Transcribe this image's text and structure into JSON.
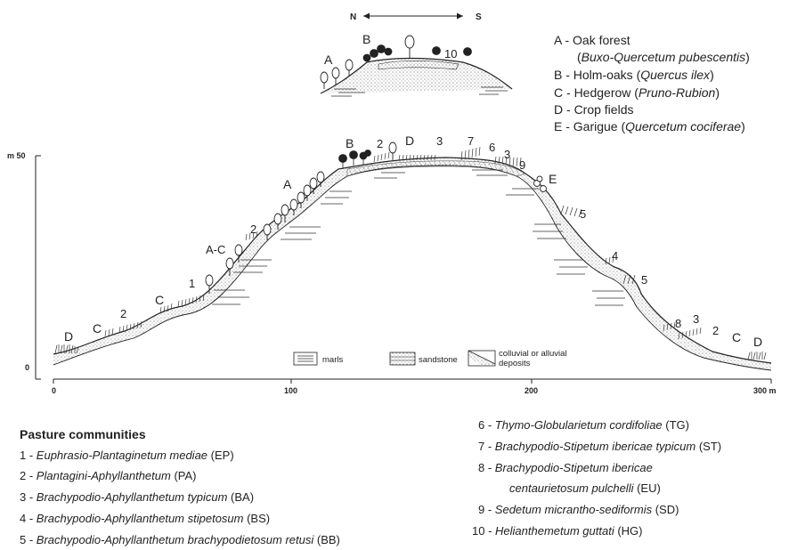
{
  "compass": {
    "north": "N",
    "south": "S"
  },
  "key": [
    {
      "code": "A -",
      "name": "Oak forest",
      "latin": ""
    },
    {
      "code": "",
      "name": "(",
      "latin": "Buxo-Quercetum pubescentis",
      "after": ")"
    },
    {
      "code": "B -",
      "name": "Holm-oaks (",
      "latin": "Quercus ilex",
      "after": ")"
    },
    {
      "code": "C -",
      "name": "Hedgerow (",
      "latin": "Pruno-Rubion",
      "after": ")"
    },
    {
      "code": "D -",
      "name": "Crop fields",
      "latin": ""
    },
    {
      "code": "E -",
      "name": "Garigue (",
      "latin": "Quercetum cociferae",
      "after": ")"
    }
  ],
  "axis": {
    "y_unit_label": "m 50",
    "y_zero_label": "0",
    "x_ticks": [
      "0",
      "100",
      "200",
      "300 m"
    ]
  },
  "substrate_legend": {
    "marls": "marls",
    "sandstone": "sandstone",
    "deposits_line1": "colluvial or alluvial",
    "deposits_line2": "deposits"
  },
  "profile_labels": {
    "D_left": "D",
    "C1": "C",
    "2a": "2",
    "C2": "C",
    "1": "1",
    "AC": "A-C",
    "2b": "2",
    "A": "A",
    "B": "B",
    "2c": "2",
    "D_top": "D",
    "3a": "3",
    "7": "7",
    "6": "6",
    "3b": "3",
    "9": "9",
    "E": "E",
    "5a": "5",
    "4": "4",
    "5b": "5",
    "8": "8",
    "3c": "3",
    "2d": "2",
    "C3": "C",
    "D_right": "D"
  },
  "inset_labels": {
    "A": "A",
    "B": "B",
    "10": "10"
  },
  "pasture": {
    "title": "Pasture communities",
    "items": [
      {
        "num": "1 -",
        "latin": "Euphrasio-Plantaginetum mediae",
        "suffix": " (EP)"
      },
      {
        "num": "2 -",
        "latin": "Plantagini-Aphyllanthetum",
        "suffix": " (PA)"
      },
      {
        "num": "3 -",
        "latin": "Brachypodio-Aphyllanthetum typicum",
        "suffix": " (BA)"
      },
      {
        "num": "4 -",
        "latin": "Brachypodio-Aphyllanthetum stipetosum",
        "suffix": "  (BS)"
      },
      {
        "num": "5 -",
        "latin": "Brachypodio-Aphyllanthetum brachypodietosum retusi",
        "suffix": "  (BB)"
      },
      {
        "num": "6 -",
        "latin": "Thymo-Globularietum cordifoliae",
        "suffix": " (TG)"
      },
      {
        "num": "7 -",
        "latin": "Brachypodio-Stipetum ibericae  typicum",
        "suffix": " (ST)"
      },
      {
        "num": "8 -",
        "latin": "Brachypodio-Stipetum ibericae",
        "suffix": ""
      },
      {
        "num": "",
        "latin": "centaurietosum pulchelli",
        "suffix": " (EU)"
      },
      {
        "num": "9 -",
        "latin": "Sedetum micrantho-sediformis",
        "suffix": " (SD)"
      },
      {
        "num": "10 -",
        "latin": "Helianthemetum guttati",
        "suffix": " (HG)"
      }
    ]
  }
}
